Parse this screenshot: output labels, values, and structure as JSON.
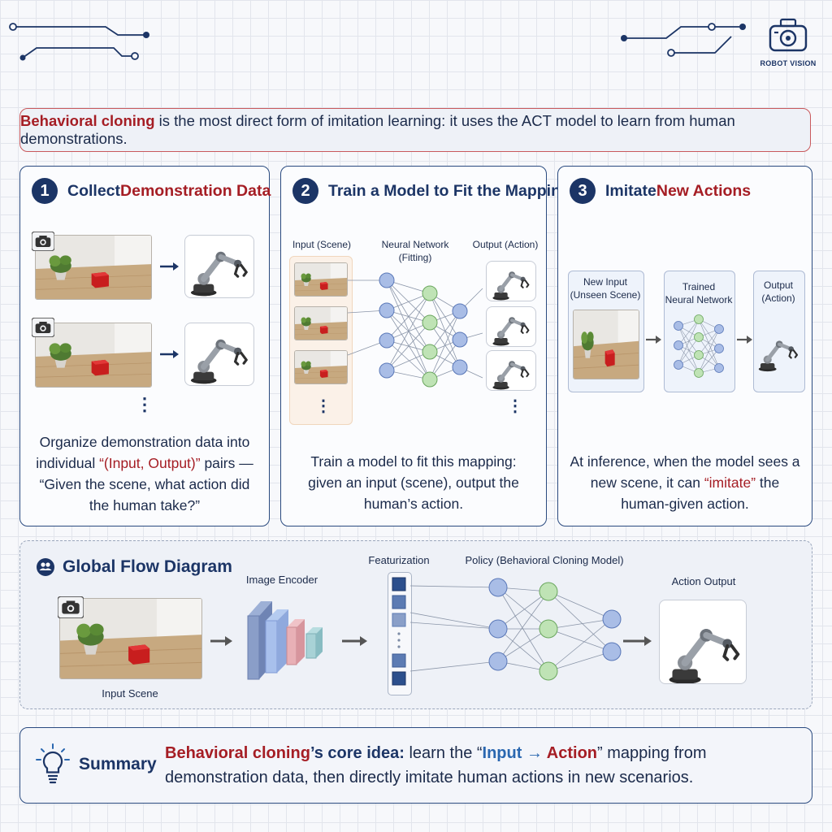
{
  "logo": {
    "label": "ROBOT VISION"
  },
  "intro": {
    "highlight": "Behavioral cloning",
    "rest": " is the most direct form of imitation learning: it uses the ACT model to learn from human demonstrations."
  },
  "panels": [
    {
      "number": "1",
      "title_a": "Collect ",
      "title_b": "Demonstration Data",
      "ellipsis": "⋮",
      "desc_1": "Organize demonstration data into",
      "desc_2a": "individual ",
      "desc_2b": "“(Input, Output)”",
      "desc_2c": " pairs —",
      "desc_3": "“Given the scene, what action did",
      "desc_4": "the human take?”"
    },
    {
      "number": "2",
      "title": "Train a Model to Fit the Mapping",
      "input_label": "Input (Scene)",
      "nn_label_1": "Neural Network",
      "nn_label_2": "(Fitting)",
      "output_label": "Output (Action)",
      "ellipsis": "⋮",
      "desc_1": "Train a model to fit this mapping:",
      "desc_2": "given an input (scene), output the",
      "desc_3": "human’s action."
    },
    {
      "number": "3",
      "title_a": "Imitate ",
      "title_b": "New Actions",
      "new_input_1": "New Input",
      "new_input_2": "(Unseen Scene)",
      "trained_1": "Trained",
      "trained_2": "Neural Network",
      "output_1": "Output",
      "output_2": "(Action)",
      "desc_1": "At inference, when the model sees a",
      "desc_2a": "new scene, it can ",
      "desc_2b": "“imitate”",
      "desc_2c": " the",
      "desc_3": "human-given action."
    }
  ],
  "flow": {
    "title": "Global Flow Diagram",
    "input_scene": "Input Scene",
    "image_encoder": "Image Encoder",
    "featurization": "Featurization",
    "policy": "Policy (Behavioral Cloning Model)",
    "action_output": "Action Output"
  },
  "summary": {
    "label": "Summary",
    "bold_red": "Behavioral cloning",
    "bold_navy": "’s core idea:",
    "text_1": " learn the “",
    "input_word": "Input",
    "arrow": " → ",
    "action_word": "Action",
    "text_2": "” mapping from demonstration data, then directly imitate human actions in new scenarios."
  },
  "colors": {
    "navy": "#1c3566",
    "red": "#a51d24",
    "blue_node": "#a9bde6",
    "green_node": "#bfe3b5"
  }
}
